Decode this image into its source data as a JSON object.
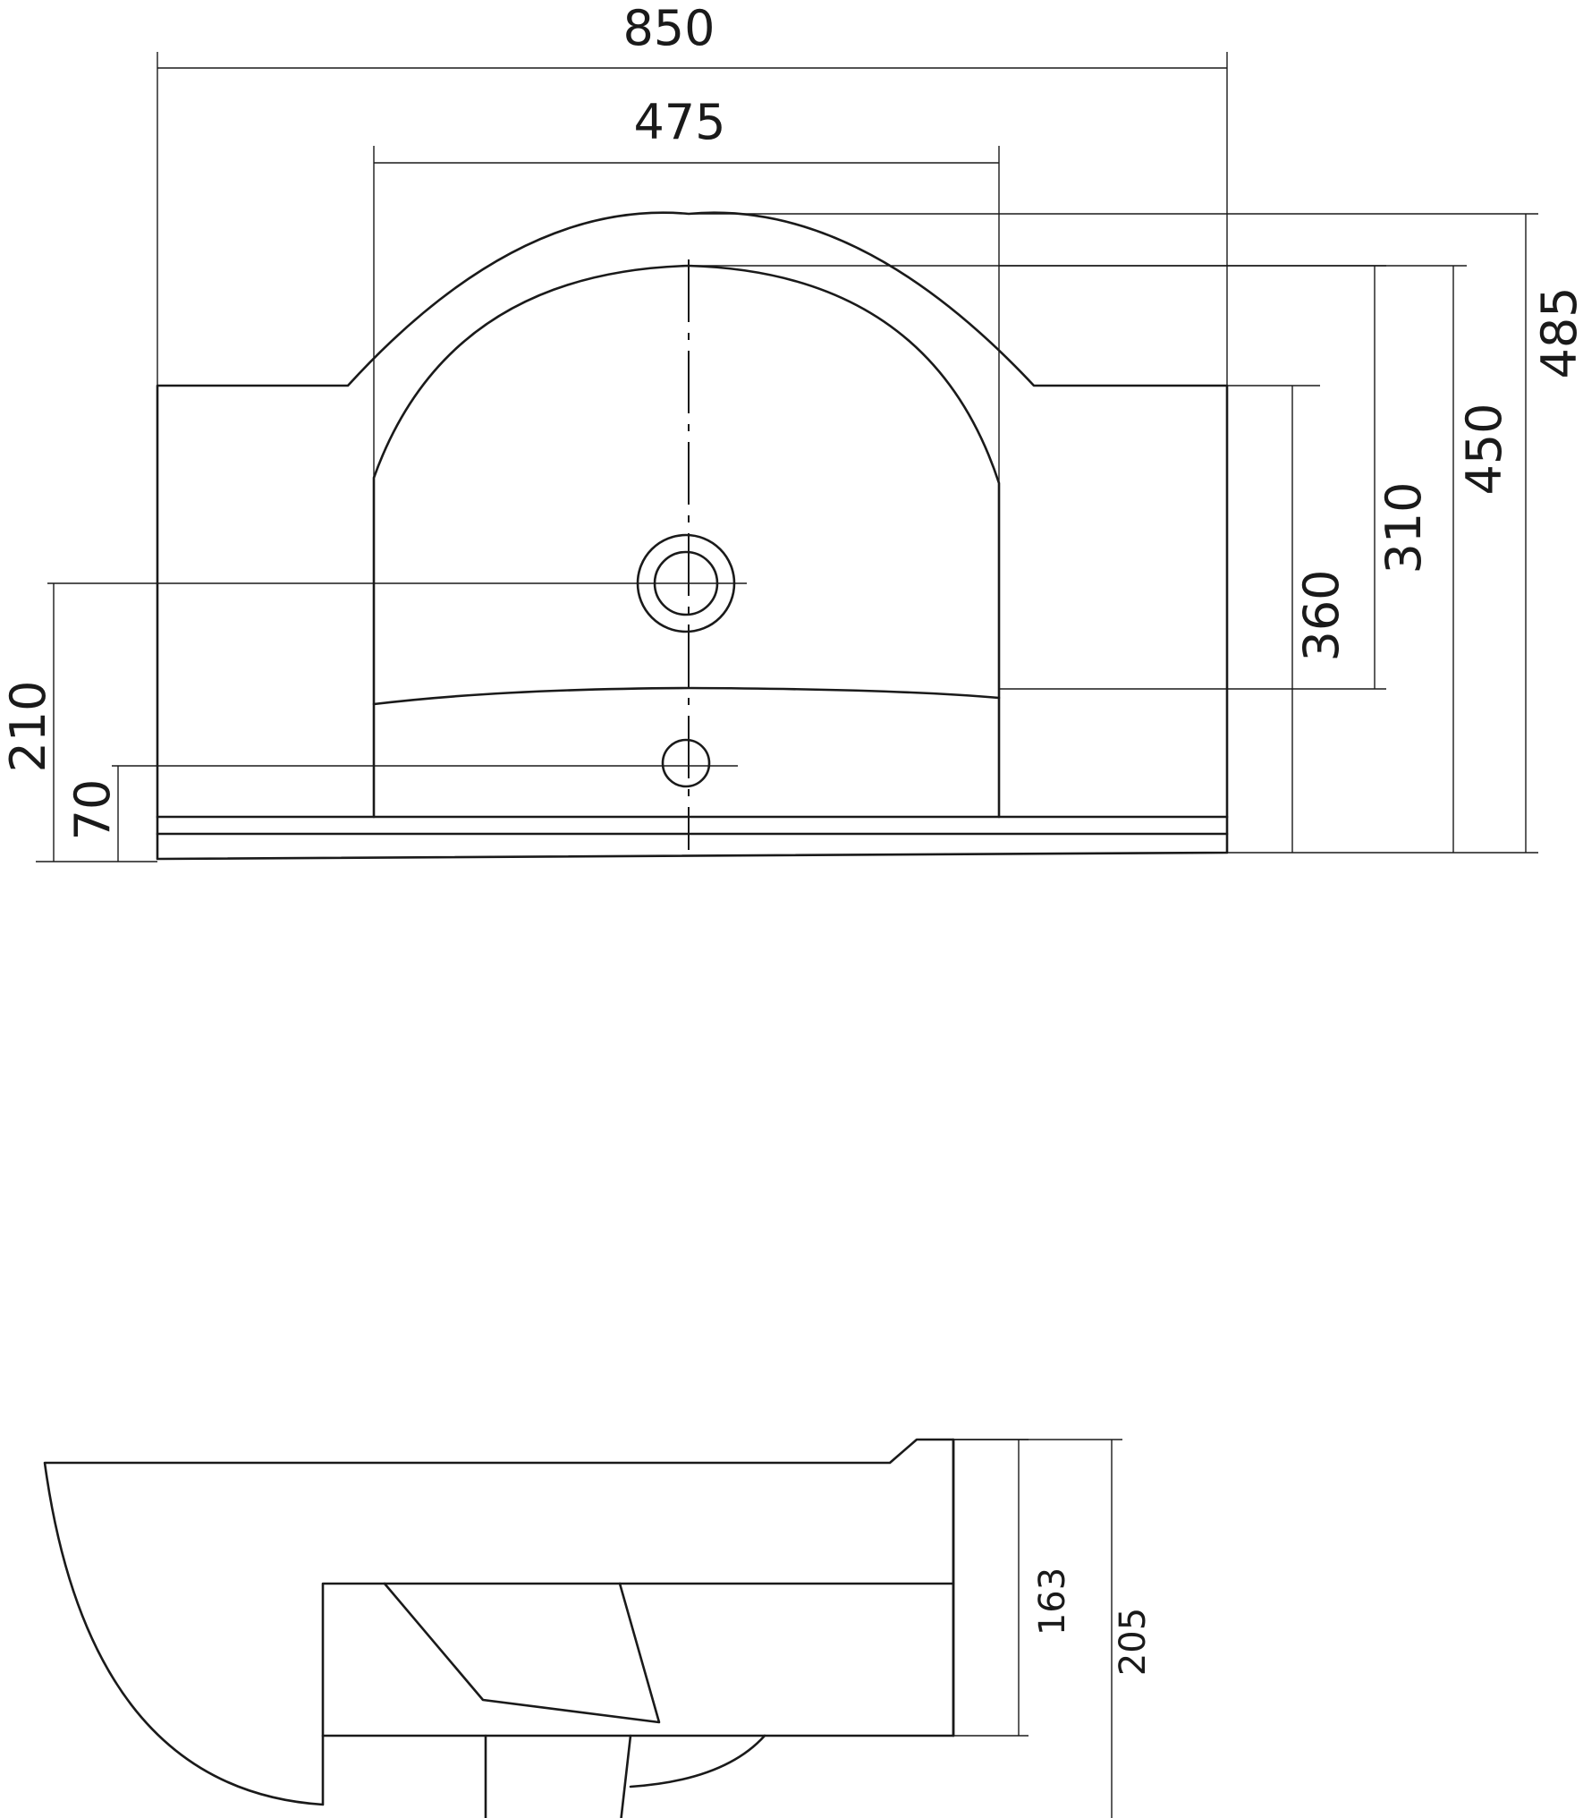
{
  "top_view": {
    "dimensions": {
      "overall_width": "850",
      "bowl_width": "475",
      "overall_depth": "485",
      "bowl_depth": "450",
      "front_to_bowl_edge": "360",
      "bowl_inner": "310",
      "front_to_drain": "210",
      "front_to_overflow": "70"
    },
    "icons": {
      "drain": "drain-hole-icon",
      "overflow": "overflow-hole-icon"
    }
  },
  "side_view": {
    "dimensions": {
      "basin_height": "163",
      "total_height": "205"
    }
  }
}
